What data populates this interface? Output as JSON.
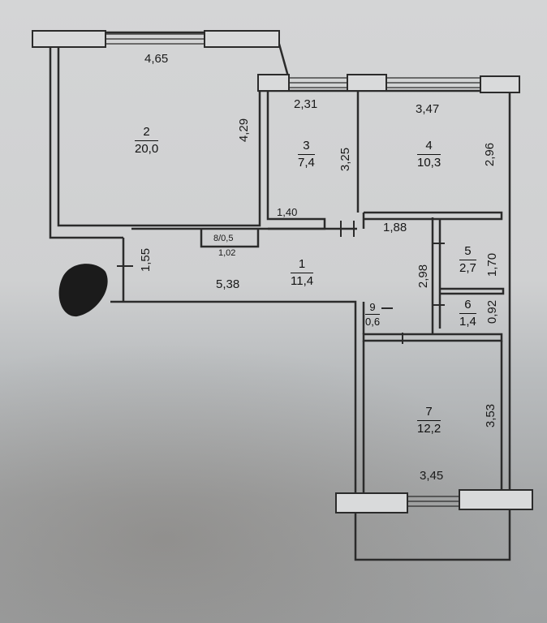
{
  "plan": {
    "rooms": [
      {
        "id": "1",
        "area": "11,4"
      },
      {
        "id": "2",
        "area": "20,0"
      },
      {
        "id": "3",
        "area": "7,4"
      },
      {
        "id": "4",
        "area": "10,3"
      },
      {
        "id": "5",
        "area": "2,7"
      },
      {
        "id": "6",
        "area": "1,4"
      },
      {
        "id": "7",
        "area": "12,2"
      },
      {
        "id": "9",
        "area": "0,6"
      }
    ],
    "closet_label": "8/0,5",
    "dimensions": {
      "d465": "4,65",
      "d429": "4,29",
      "d231": "2,31",
      "d325": "3,25",
      "d347": "3,47",
      "d296": "2,96",
      "d140": "1,40",
      "d188": "1,88",
      "d102": "1,02",
      "d155": "1,55",
      "d538": "5,38",
      "d298": "2,98",
      "d170": "1,70",
      "d092": "0,92",
      "d353": "3,53",
      "d345": "3,45"
    },
    "colors": {
      "wall": "#2b2b2b",
      "paper": "#d4d5d6"
    }
  }
}
